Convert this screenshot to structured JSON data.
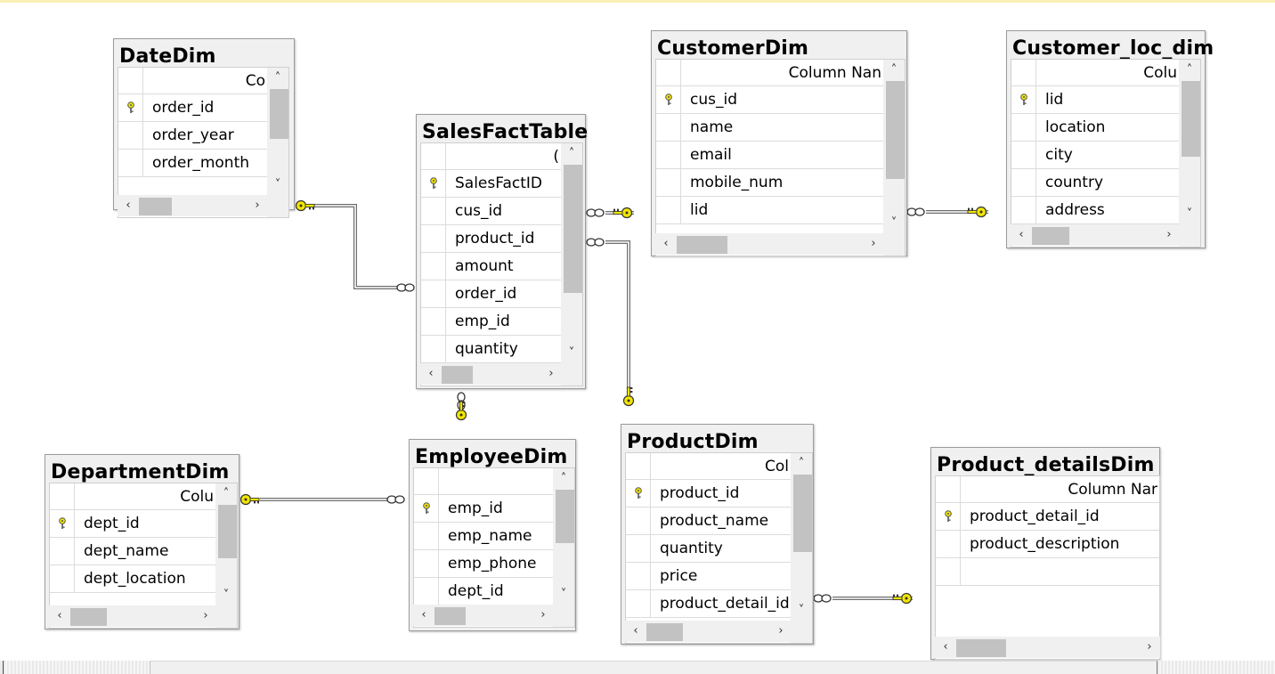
{
  "diagram": {
    "tables": {
      "DateDim": {
        "title": "DateDim",
        "header": "Co",
        "columns": [
          {
            "name": "order_id",
            "pk": true
          },
          {
            "name": "order_year",
            "pk": false
          },
          {
            "name": "order_month",
            "pk": false
          }
        ]
      },
      "SalesFactTable": {
        "title": "SalesFactTable",
        "header": "(",
        "columns": [
          {
            "name": "SalesFactID",
            "pk": true
          },
          {
            "name": "cus_id",
            "pk": false
          },
          {
            "name": "product_id",
            "pk": false
          },
          {
            "name": "amount",
            "pk": false
          },
          {
            "name": "order_id",
            "pk": false
          },
          {
            "name": "emp_id",
            "pk": false
          },
          {
            "name": "quantity",
            "pk": false
          }
        ]
      },
      "CustomerDim": {
        "title": "CustomerDim",
        "header": "Column Nan",
        "columns": [
          {
            "name": "cus_id",
            "pk": true
          },
          {
            "name": "name",
            "pk": false
          },
          {
            "name": "email",
            "pk": false
          },
          {
            "name": "mobile_num",
            "pk": false
          },
          {
            "name": "lid",
            "pk": false
          }
        ]
      },
      "CustomerLocDim": {
        "title": "Customer_loc_dim",
        "header": "Colu",
        "columns": [
          {
            "name": "lid",
            "pk": true
          },
          {
            "name": "location",
            "pk": false
          },
          {
            "name": "city",
            "pk": false
          },
          {
            "name": "country",
            "pk": false
          },
          {
            "name": "address",
            "pk": false
          }
        ]
      },
      "DepartmentDim": {
        "title": "DepartmentDim",
        "header": "Colu",
        "columns": [
          {
            "name": "dept_id",
            "pk": true
          },
          {
            "name": "dept_name",
            "pk": false
          },
          {
            "name": "dept_location",
            "pk": false
          }
        ]
      },
      "EmployeeDim": {
        "title": "EmployeeDim",
        "header": "",
        "columns": [
          {
            "name": "emp_id",
            "pk": true
          },
          {
            "name": "emp_name",
            "pk": false
          },
          {
            "name": "emp_phone",
            "pk": false
          },
          {
            "name": "dept_id",
            "pk": false
          }
        ]
      },
      "ProductDim": {
        "title": "ProductDim",
        "header": "Col",
        "columns": [
          {
            "name": "product_id",
            "pk": true
          },
          {
            "name": "product_name",
            "pk": false
          },
          {
            "name": "quantity",
            "pk": false
          },
          {
            "name": "price",
            "pk": false
          },
          {
            "name": "product_detail_id",
            "pk": false
          }
        ]
      },
      "ProductDetailsDim": {
        "title": "Product_detailsDim",
        "header": "Column Nar",
        "columns": [
          {
            "name": "product_detail_id",
            "pk": true
          },
          {
            "name": "product_description",
            "pk": false
          },
          {
            "name": "",
            "pk": false
          }
        ]
      }
    },
    "relationships": [
      {
        "from": "SalesFactTable",
        "to": "DateDim"
      },
      {
        "from": "SalesFactTable",
        "to": "CustomerDim"
      },
      {
        "from": "CustomerDim",
        "to": "CustomerLocDim"
      },
      {
        "from": "SalesFactTable",
        "to": "ProductDim"
      },
      {
        "from": "SalesFactTable",
        "to": "EmployeeDim"
      },
      {
        "from": "EmployeeDim",
        "to": "DepartmentDim"
      },
      {
        "from": "ProductDim",
        "to": "ProductDetailsDim"
      }
    ],
    "colors": {
      "key": "#f2e600",
      "line": "#6e6e6e",
      "background": "#ffffff"
    }
  }
}
